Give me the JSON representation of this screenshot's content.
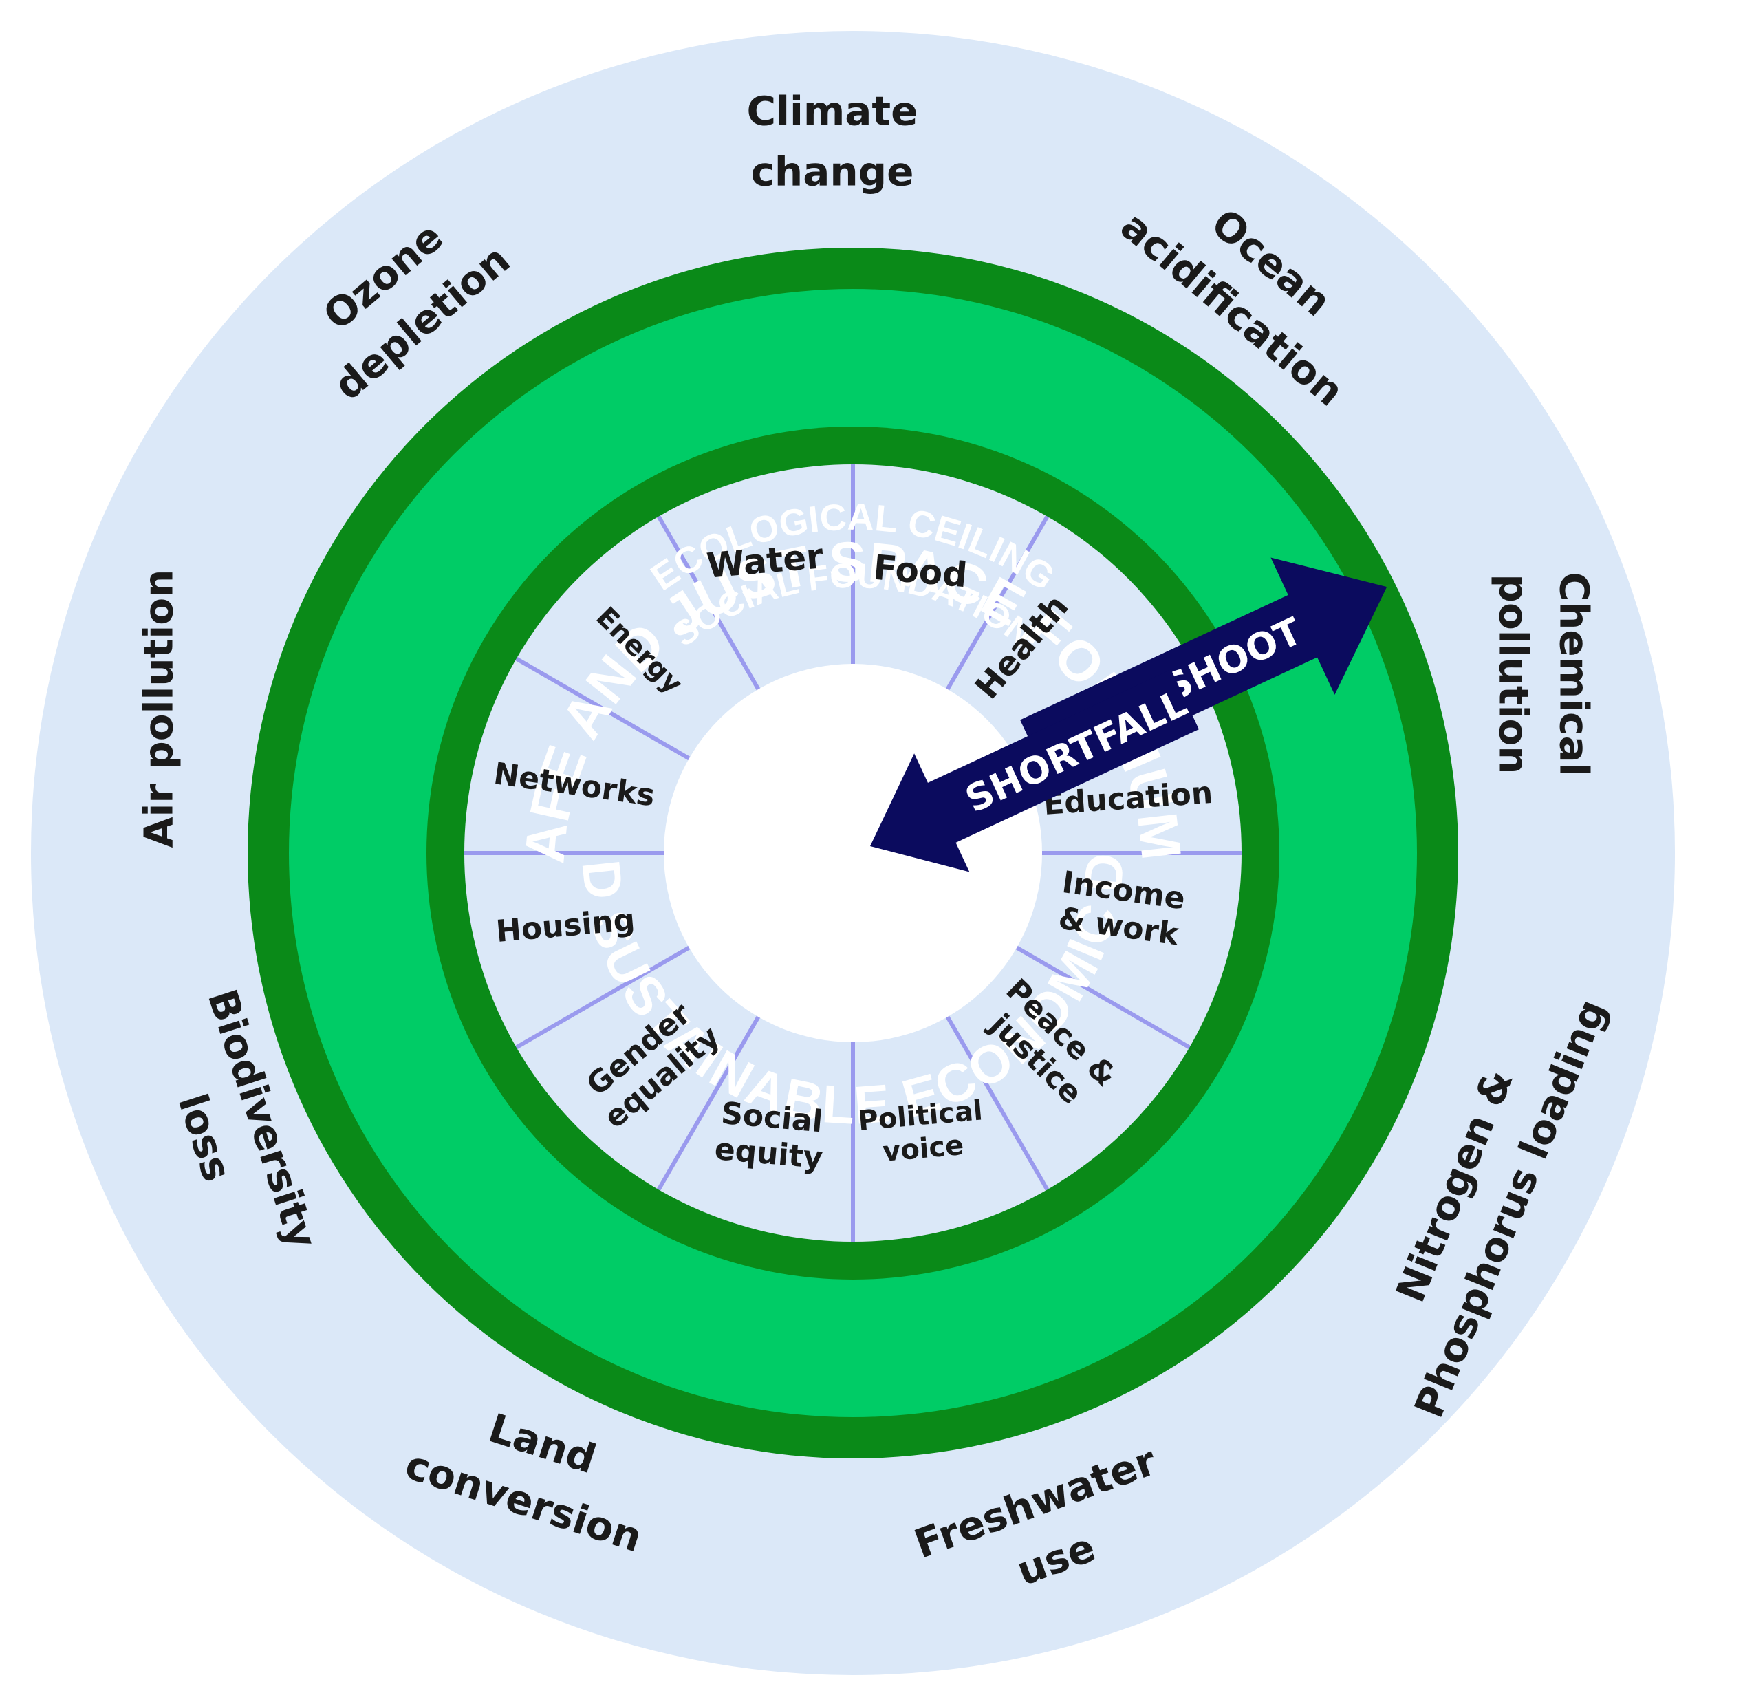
{
  "colors": {
    "outer_background": "#dbe8f8",
    "ecological_ceiling_ring": "#0a8a18",
    "safe_space_ring": "#00cc66",
    "social_foundation_ring": "#0a8a18",
    "inner_segments_fill": "#dbe8f8",
    "spoke_lines": "#9a9aee",
    "center_hole": "#ffffff",
    "arrows": "#0b0b5e",
    "ring_text": "#ffffff",
    "label_text": "#1a1a1a"
  },
  "outer_ring": {
    "labels": [
      {
        "id": "climate",
        "lines": [
          "Climate",
          "change"
        ]
      },
      {
        "id": "ocean",
        "lines": [
          "Ocean",
          "acidification"
        ]
      },
      {
        "id": "chemical",
        "lines": [
          "Chemical",
          "pollution"
        ]
      },
      {
        "id": "nitrogen",
        "lines": [
          "Nitrogen &",
          "Phosphorus loading"
        ]
      },
      {
        "id": "freshwater",
        "lines": [
          "Freshwater",
          "use"
        ]
      },
      {
        "id": "land",
        "lines": [
          "Land",
          "conversion"
        ]
      },
      {
        "id": "biodiversity",
        "lines": [
          "Biodiversity",
          "loss"
        ]
      },
      {
        "id": "air",
        "lines": [
          "Air pollution"
        ]
      },
      {
        "id": "ozone",
        "lines": [
          "Ozone",
          "depletion"
        ]
      }
    ]
  },
  "rings": {
    "ecological_ceiling": "ECOLOGICAL CEILING",
    "safe_space_top": "THE SAFE AND JUST SPACE FOR HUMANITY",
    "safe_space_bottom": "INCLUSIVE AND SUSTAINABLE ECONOMIC DEVELOPMENT",
    "social_foundation": "SOCIAL FOUNDATION"
  },
  "social_foundation": {
    "segments": [
      {
        "id": "food",
        "lines": [
          "Food"
        ]
      },
      {
        "id": "health",
        "lines": [
          "Health"
        ]
      },
      {
        "id": "education",
        "lines": [
          "Education"
        ]
      },
      {
        "id": "income",
        "lines": [
          "Income",
          "& work"
        ]
      },
      {
        "id": "peace",
        "lines": [
          "Peace &",
          "justice"
        ]
      },
      {
        "id": "political",
        "lines": [
          "Political",
          "voice"
        ]
      },
      {
        "id": "equity",
        "lines": [
          "Social",
          "equity"
        ]
      },
      {
        "id": "gender",
        "lines": [
          "Gender",
          "equality"
        ]
      },
      {
        "id": "housing",
        "lines": [
          "Housing"
        ]
      },
      {
        "id": "networks",
        "lines": [
          "Networks"
        ]
      },
      {
        "id": "energy",
        "lines": [
          "Energy"
        ]
      },
      {
        "id": "water",
        "lines": [
          "Water"
        ]
      }
    ]
  },
  "arrows": {
    "overshoot": "OVERSHOOT",
    "shortfall": "SHORTFALL"
  }
}
